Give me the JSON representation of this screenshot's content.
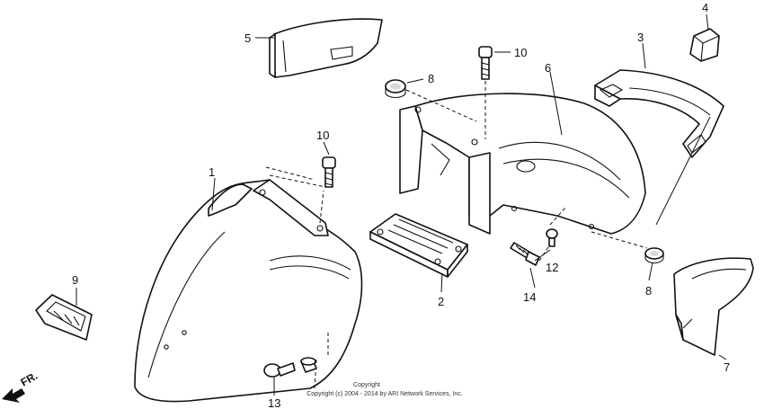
{
  "callouts": {
    "c1": "1",
    "c2": "2",
    "c3": "3",
    "c4": "4",
    "c5": "5",
    "c6": "6",
    "c7": "7",
    "c8a": "8",
    "c8b": "8",
    "c9": "9",
    "c10a": "10",
    "c10b": "10",
    "c12": "12",
    "c13": "13",
    "c14": "14"
  },
  "direction_label": "FR.",
  "copyright": {
    "line1": "Copyright",
    "line2": "Copyright (c) 2004 - 2014 by ARI Network Services, Inc."
  }
}
